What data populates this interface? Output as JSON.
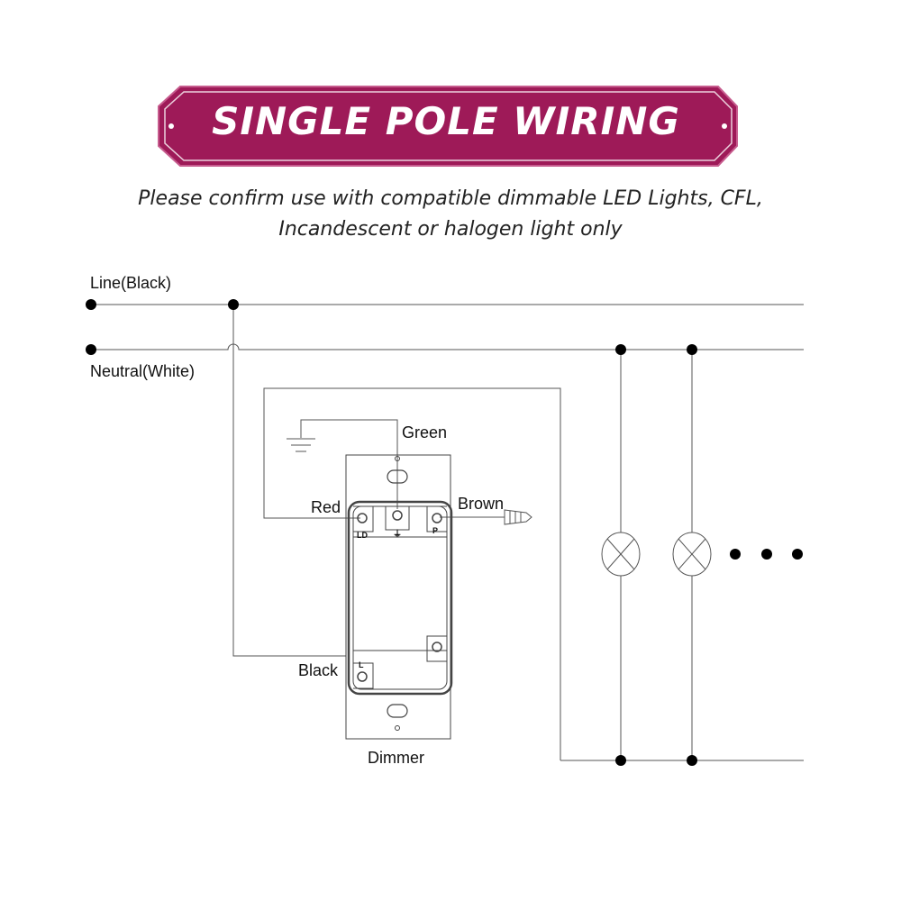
{
  "header": {
    "title": "SINGLE POLE WIRING",
    "subtitle_line1": "Please confirm use with compatible dimmable LED Lights, CFL,",
    "subtitle_line2": "Incandescent or halogen light only",
    "banner_color": "#9e1a58"
  },
  "diagram": {
    "line_label": "Line(Black)",
    "neutral_label": "Neutral(White)",
    "green_label": "Green",
    "red_label": "Red",
    "brown_label": "Brown",
    "black_label": "Black",
    "dimmer_label": "Dimmer",
    "terminal_ld": "LD",
    "terminal_p": "P",
    "terminal_l": "L",
    "ground_symbol": "⏚",
    "wire_color": "#555555",
    "dot_color": "#000000"
  }
}
